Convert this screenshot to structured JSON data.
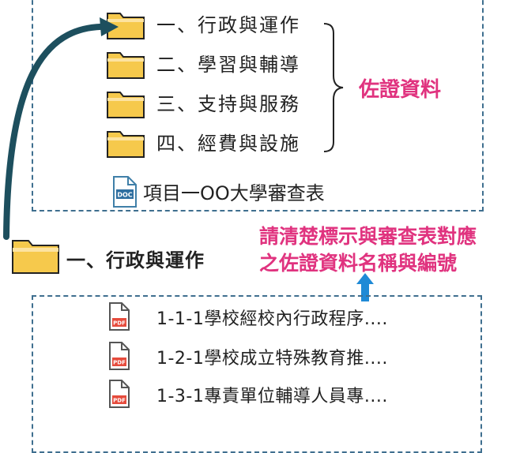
{
  "folders": [
    {
      "label": "一、行政與運作"
    },
    {
      "label": "二、學習與輔導"
    },
    {
      "label": "三、支持與服務"
    },
    {
      "label": "四、經費與設施"
    }
  ],
  "brace_label": "佐證資料",
  "review_doc": {
    "label": "項目一OO大學審查表",
    "icon_text": "DOC"
  },
  "note": {
    "line1": "請清楚標示與審查表對應",
    "line2": "之佐證資料名稱與編號"
  },
  "selected_folder": {
    "label": "一、行政與運作"
  },
  "files": [
    {
      "label": "1-1-1學校經校內行政程序....",
      "icon_text": "PDF"
    },
    {
      "label": "1-2-1學校成立特殊教育推....",
      "icon_text": "PDF"
    },
    {
      "label": "1-3-1專責單位輔導人員專....",
      "icon_text": "PDF"
    }
  ],
  "colors": {
    "accent": "#e0337f",
    "arrow": "#1f8ad6",
    "curve": "#1d4f5e",
    "folder": "#f6c94c"
  }
}
